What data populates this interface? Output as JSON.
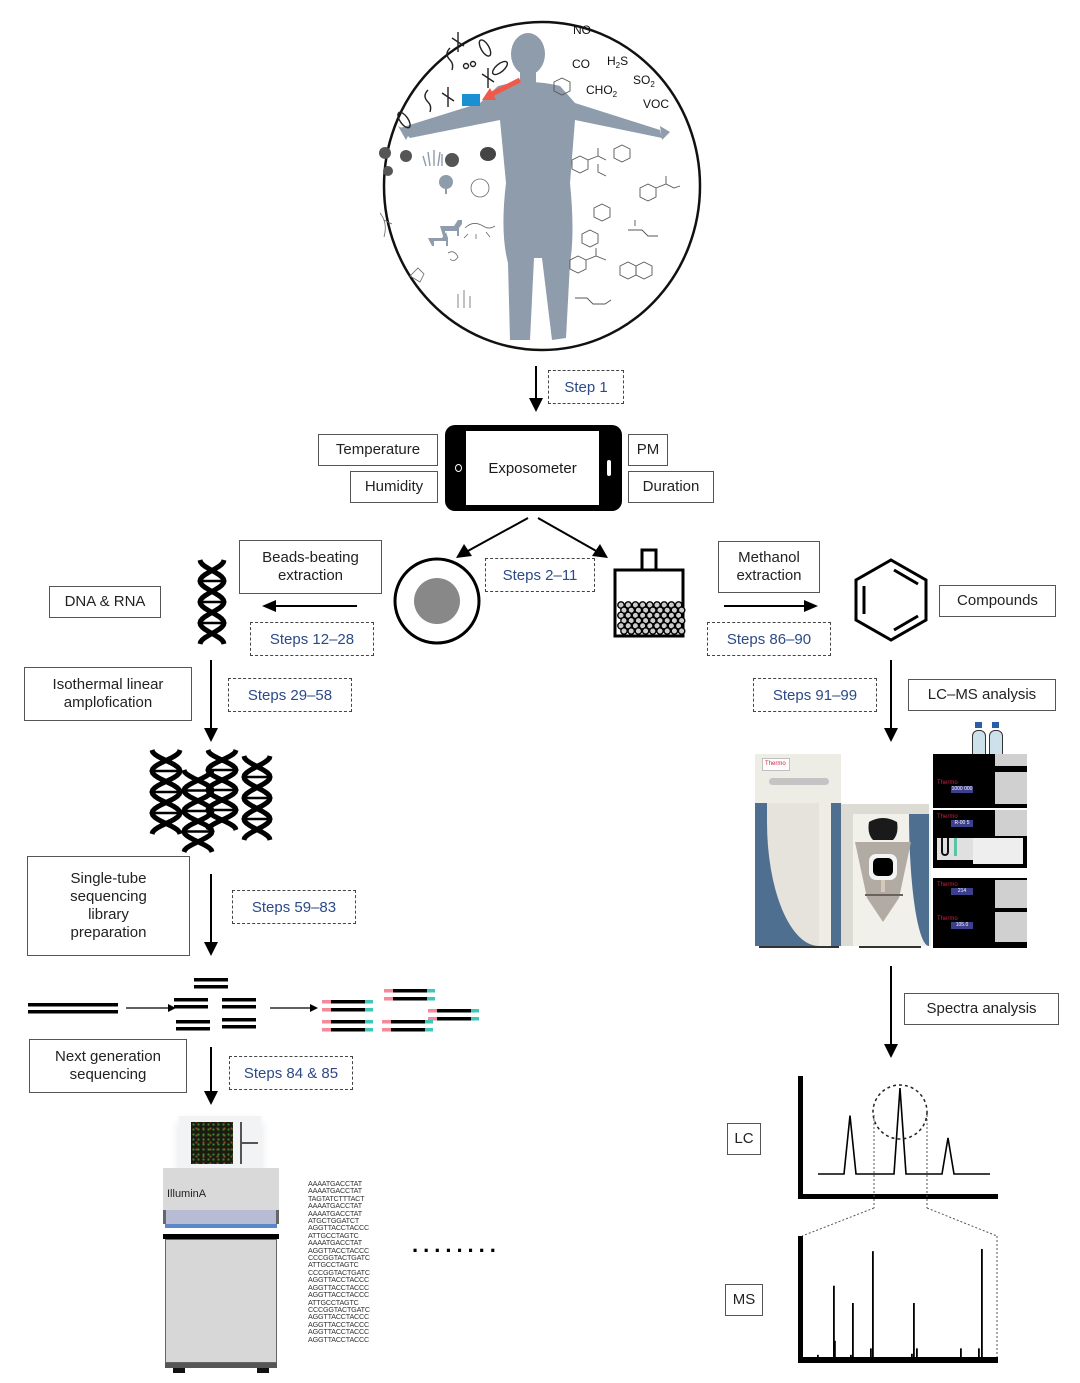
{
  "exposure_circle": {
    "gases": [
      "NO",
      "CO",
      "H2S",
      "SO2",
      "CHO2",
      "VOC"
    ],
    "gas_labels": {
      "no": "NO",
      "co": "CO",
      "h2s_main": "H",
      "h2s_sub": "2",
      "h2s_tail": "S",
      "so2_main": "SO",
      "so2_sub": "2",
      "cho2_main": "CHO",
      "cho2_sub": "2",
      "voc": "VOC"
    },
    "colors": {
      "body": "#8e9cab",
      "sensor": "#1a8fd1",
      "arrow": "#f05a4a"
    }
  },
  "step1": {
    "label": "Step 1"
  },
  "exposometer": {
    "label": "Exposometer",
    "left_params": [
      "Temperature",
      "Humidity"
    ],
    "right_params": [
      "PM",
      "Duration"
    ]
  },
  "branch": {
    "label": "Steps 2–11"
  },
  "left_pipeline": {
    "extraction": {
      "label": "Beads-beating extraction",
      "line1": "Beads-beating",
      "line2": "extraction",
      "step": "Steps 12–28"
    },
    "product": "DNA & RNA",
    "amplification": {
      "line1": "Isothermal linear",
      "line2": "amplofication",
      "step": "Steps 29–58"
    },
    "library": {
      "line1": "Single-tube",
      "line2": "sequencing",
      "line3": "library",
      "line4": "preparation",
      "step": "Steps 59–83"
    },
    "ngs": {
      "line1": "Next generation",
      "line2": "sequencing",
      "step": "Steps 84 & 85"
    },
    "sequencer_brand": "IlluminA",
    "adapter_colors": {
      "left": "#f28a9a",
      "right": "#3cc7b8"
    },
    "reads": [
      "AAAATGACCTAT",
      "AAAATGACCTAT",
      "TAGTATCTTTACT",
      "AAAATGACCTAT",
      "AAAATGACCTAT",
      "ATGCTGGATCT",
      "AGGTTACCTACCC",
      "ATTGCCTAGTC",
      "AAAATGACCTAT",
      "AGGTTACCTACCC",
      "CCCGGTACTGATC",
      "ATTGCCTAGTC",
      "CCCGGTACTGATC",
      "AGGTTACCTACCC",
      "AGGTTACCTACCC",
      "AGGTTACCTACCC",
      "ATTGCCTAGTC",
      "CCCGGTACTGATC",
      "AGGTTACCTACCC",
      "AGGTTACCTACCC",
      "AGGTTACCTACCC",
      "AGGTTACCTACCC"
    ],
    "ellipsis": "........"
  },
  "right_pipeline": {
    "extraction": {
      "line1": "Methanol",
      "line2": "extraction",
      "step": "Steps 86–90"
    },
    "product": "Compounds",
    "lcms": {
      "label": "LC–MS analysis",
      "step": "Steps 91–99"
    },
    "instrument": {
      "brand": "Thermo",
      "readouts": [
        "1000 000",
        "R-00 5",
        "214",
        "105.0"
      ],
      "colors": {
        "panel": "#4f6f91",
        "body": "#eeede5",
        "brand_text": "#d21f3c"
      }
    },
    "spectra": {
      "label": "Spectra analysis"
    },
    "lc_label": "LC",
    "ms_label": "MS"
  },
  "lc_trace": {
    "peaks_relative_height": [
      0.68,
      1.0,
      0.42
    ]
  },
  "ms_trace": {
    "peaks_relative_height": [
      0.02,
      0.66,
      0.15,
      0.5,
      0.02,
      0.98,
      0.08,
      0.5,
      0.03,
      0.08,
      0.08,
      0.08,
      1.0
    ]
  }
}
